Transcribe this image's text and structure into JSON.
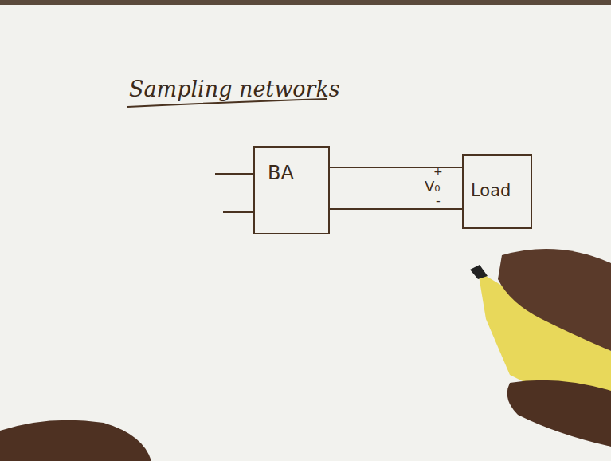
{
  "diagram": {
    "title": "Sampling networks",
    "nodes": [
      {
        "text": [
          "BA"
        ]
      },
      {
        "text": [
          "Load"
        ]
      }
    ],
    "edges": [
      {
        "from": 0,
        "to": 1,
        "arrow": "none"
      },
      {
        "from": 0,
        "to": 1,
        "arrow": "none"
      }
    ],
    "labels": [
      "+",
      "V₀",
      "-"
    ]
  }
}
